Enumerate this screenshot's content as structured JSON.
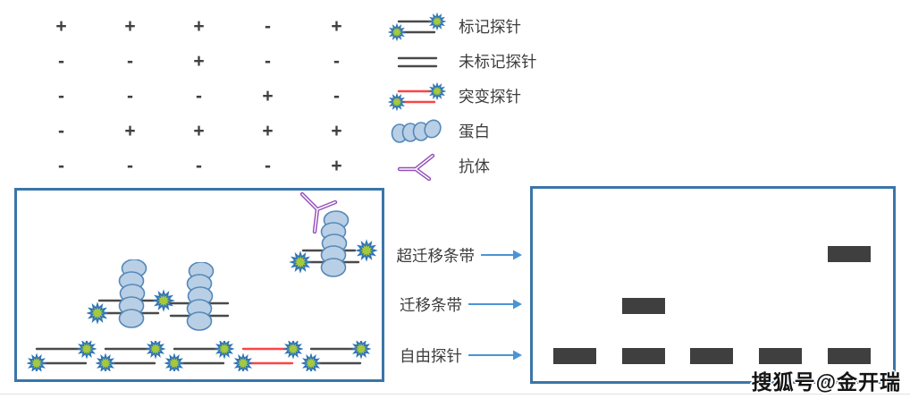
{
  "matrix": {
    "rows": [
      [
        "+",
        "+",
        "+",
        "-",
        "+"
      ],
      [
        "-",
        "-",
        "+",
        "-",
        "-"
      ],
      [
        "-",
        "-",
        "-",
        "+",
        "-"
      ],
      [
        "-",
        "+",
        "+",
        "+",
        "+"
      ],
      [
        "-",
        "-",
        "-",
        "-",
        "+"
      ]
    ]
  },
  "legend": {
    "items": [
      {
        "icon": "labeled-probe-icon",
        "label": "标记探针"
      },
      {
        "icon": "unlabeled-probe-icon",
        "label": "未标记探针"
      },
      {
        "icon": "mutant-probe-icon",
        "label": "突变探针"
      },
      {
        "icon": "protein-icon",
        "label": "蛋白"
      },
      {
        "icon": "antibody-icon",
        "label": "抗体"
      }
    ]
  },
  "gel": {
    "row_labels": [
      "超迁移条带",
      "迁移条带",
      "自由探针"
    ],
    "lanes": 5,
    "bands": [
      {
        "lane": 5,
        "row": "supershift"
      },
      {
        "lane": 2,
        "row": "shift"
      },
      {
        "lane": 1,
        "row": "free"
      },
      {
        "lane": 2,
        "row": "free"
      },
      {
        "lane": 3,
        "row": "free"
      },
      {
        "lane": 4,
        "row": "free"
      },
      {
        "lane": 5,
        "row": "free"
      }
    ]
  },
  "watermark": {
    "text": "搜狐号@金开瑞"
  },
  "colors": {
    "box_border": "#3a76a8",
    "gel_band": "#3f3f3f",
    "text": "#3d3d3d",
    "arrow": "#4a94d4",
    "probe_line": "#4a4a4a",
    "mutant_probe_line": "#fb4545",
    "star_fill": "#a6c83d",
    "star_stroke": "#2f74b5",
    "protein_fill": "#b9cfe6",
    "protein_stroke": "#5488b8",
    "antibody": "#944fb8"
  }
}
